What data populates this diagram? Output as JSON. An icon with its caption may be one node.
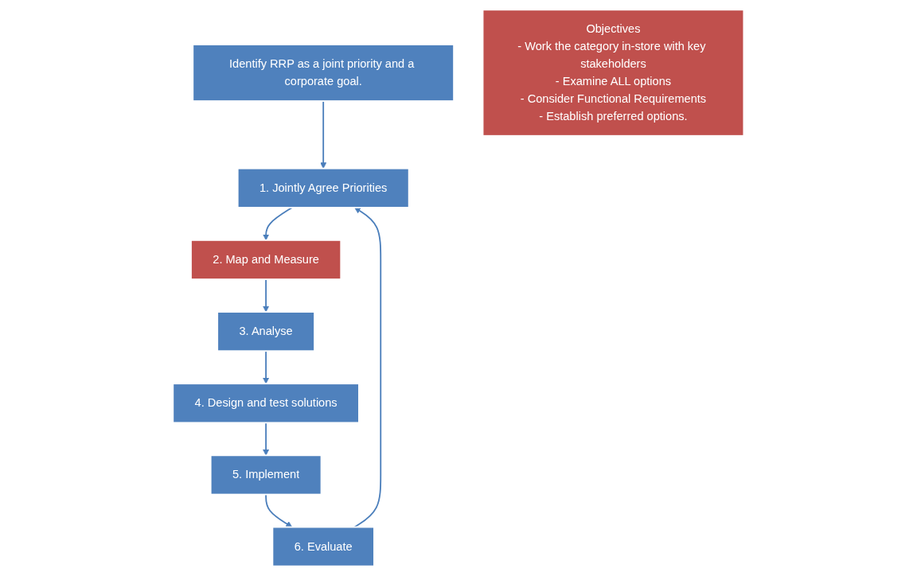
{
  "diagram": {
    "nodes": [
      {
        "text": [
          "Identify RRP as a joint priority and a corporate goal."
        ]
      },
      {
        "text": [
          "1. Jointly Agree Priorities"
        ]
      },
      {
        "text": [
          "2. Map and Measure"
        ]
      },
      {
        "text": [
          "3. Analyse"
        ]
      },
      {
        "text": [
          "4. Design and test solutions"
        ]
      },
      {
        "text": [
          "5. Implement"
        ]
      },
      {
        "text": [
          "6. Evaluate"
        ]
      },
      {
        "text": [
          "Objectives",
          "- Work the category in-store with key stakeholders",
          "- Examine ALL options",
          "- Consider Functional Requirements",
          "- Establish preferred options."
        ]
      }
    ],
    "edges": [
      {
        "from": 0,
        "to": 1,
        "arrow": "to"
      },
      {
        "from": 1,
        "to": 2,
        "arrow": "to"
      },
      {
        "from": 2,
        "to": 3,
        "arrow": "to"
      },
      {
        "from": 3,
        "to": 4,
        "arrow": "to"
      },
      {
        "from": 4,
        "to": 5,
        "arrow": "to"
      },
      {
        "from": 5,
        "to": 6,
        "arrow": "to"
      },
      {
        "from": 6,
        "to": 1,
        "arrow": "to"
      }
    ]
  }
}
